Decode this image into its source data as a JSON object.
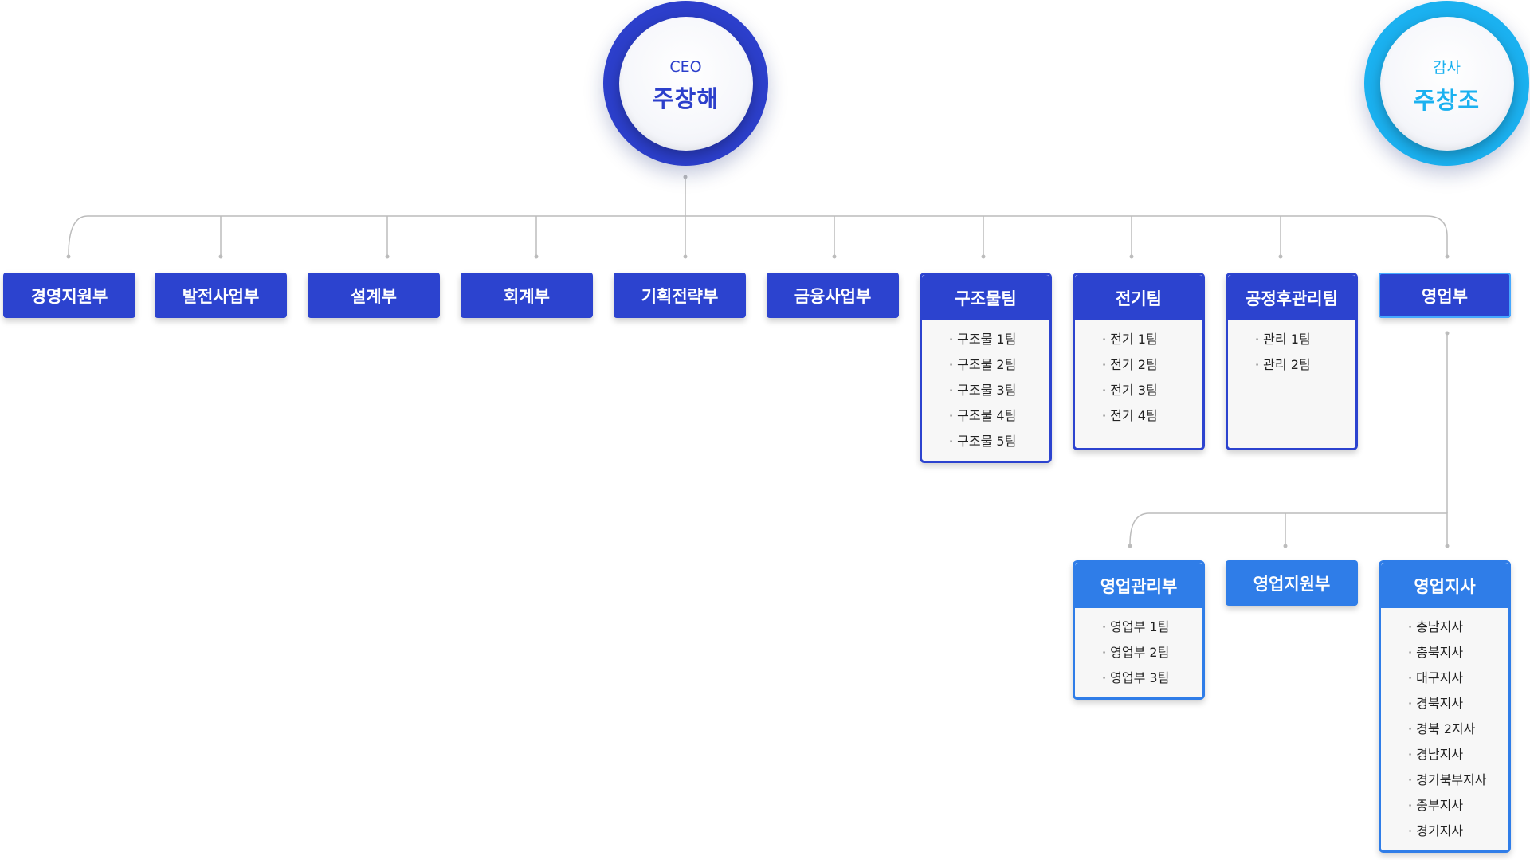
{
  "ceo": {
    "role": "CEO",
    "name": "주창해",
    "color": "#2c3fcb"
  },
  "auditor": {
    "role": "감사",
    "name": "주창조",
    "color": "#1bb1f0"
  },
  "departments": [
    {
      "name": "경영지원부"
    },
    {
      "name": "발전사업부"
    },
    {
      "name": "설계부"
    },
    {
      "name": "회계부"
    },
    {
      "name": "기획전략부"
    },
    {
      "name": "금융사업부"
    },
    {
      "name": "구조물팀",
      "items": [
        "· 구조물 1팀",
        "· 구조물 2팀",
        "· 구조물 3팀",
        "· 구조물 4팀",
        "· 구조물 5팀"
      ]
    },
    {
      "name": "전기팀",
      "items": [
        "· 전기 1팀",
        "· 전기 2팀",
        "· 전기 3팀",
        "· 전기 4팀"
      ]
    },
    {
      "name": "공정후관리팀",
      "items": [
        "· 관리 1팀",
        "· 관리 2팀"
      ]
    },
    {
      "name": "영업부"
    }
  ],
  "sales_subdivisions": [
    {
      "name": "영업관리부",
      "items": [
        "· 영업부 1팀",
        "· 영업부 2팀",
        "· 영업부 3팀"
      ]
    },
    {
      "name": "영업지원부"
    },
    {
      "name": "영업지사",
      "items": [
        "· 충남지사",
        "· 충북지사",
        "· 대구지사",
        "· 경북지사",
        "· 경북 2지사",
        "· 경남지사",
        "· 경기북부지사",
        "· 중부지사",
        "· 경기지사"
      ]
    }
  ],
  "colors": {
    "primary": "#2c43cf",
    "secondary": "#2f7de8",
    "line": "#bcbcbc"
  }
}
